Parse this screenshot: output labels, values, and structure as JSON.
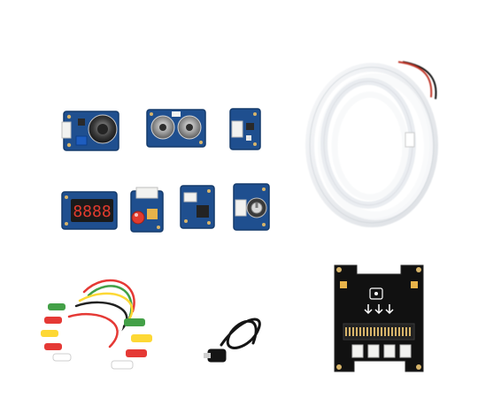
{
  "scene": {
    "background": "#ffffff",
    "colors": {
      "grove_board": "#1f4f8f",
      "grove_board_edge": "#143a6b",
      "connector": "#f2f2f0",
      "led_strip": "#eef0f2",
      "breakout_board": "#111111",
      "segment_red": "#e23b2e",
      "gold": "#d7b46a"
    },
    "items": [
      {
        "name": "speaker-module",
        "icon": "speaker-icon"
      },
      {
        "name": "ultrasonic-sensor-module",
        "icon": "ultrasonic-icon"
      },
      {
        "name": "small-sensor-module",
        "icon": "chip-icon"
      },
      {
        "name": "four-digit-display-module",
        "icon": "seven-segment-icon",
        "display_text": "8888"
      },
      {
        "name": "led-module",
        "icon": "led-icon"
      },
      {
        "name": "accelerometer-module",
        "icon": "chip-icon"
      },
      {
        "name": "rotary-angle-sensor-module",
        "icon": "knob-icon"
      },
      {
        "name": "rgb-led-strip",
        "icon": "led-strip-icon"
      },
      {
        "name": "alligator-clip-cables",
        "icon": "clip-cable-icon"
      },
      {
        "name": "usb-cable",
        "icon": "usb-cable-icon"
      },
      {
        "name": "microbit-breakout-board",
        "icon": "breakout-board-icon"
      }
    ]
  }
}
